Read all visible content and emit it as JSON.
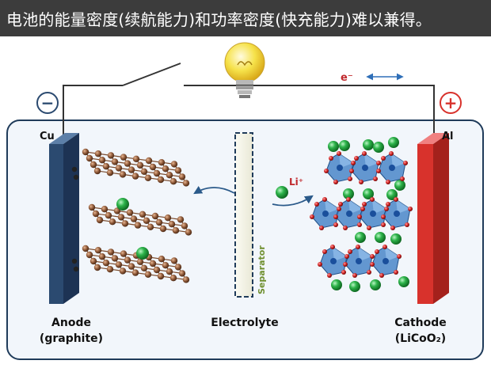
{
  "title": "电池的能量密度(续航能力)和功率密度(快充能力)难以兼得。",
  "diagram": {
    "minus_sign": "−",
    "plus_sign": "+",
    "electron_label": "e⁻",
    "anode_metal": "Cu",
    "cathode_metal": "Al",
    "separator_label": "Separator",
    "ion_label": "Li⁺",
    "anode_name": "Anode",
    "anode_material": "(graphite)",
    "electrolyte_label": "Electrolyte",
    "cathode_name": "Cathode",
    "cathode_material": "(LiCoO₂)",
    "colors": {
      "title_bg": "#3c3c3c",
      "cell_border": "#1f3b5a",
      "cell_fill": "#f2f6fb",
      "anode": "#2b4a70",
      "cathode": "#d8322c",
      "lithium": "#2db34a",
      "carbon": "#8a5535",
      "octahedra": "#4a86c8",
      "oxygen": "#cc1f1f",
      "separator": "#1f3b5a",
      "separator_text": "#6f8f2f",
      "ion_arrow": "#2b5a8a",
      "bulb": "#f6e24a"
    }
  }
}
